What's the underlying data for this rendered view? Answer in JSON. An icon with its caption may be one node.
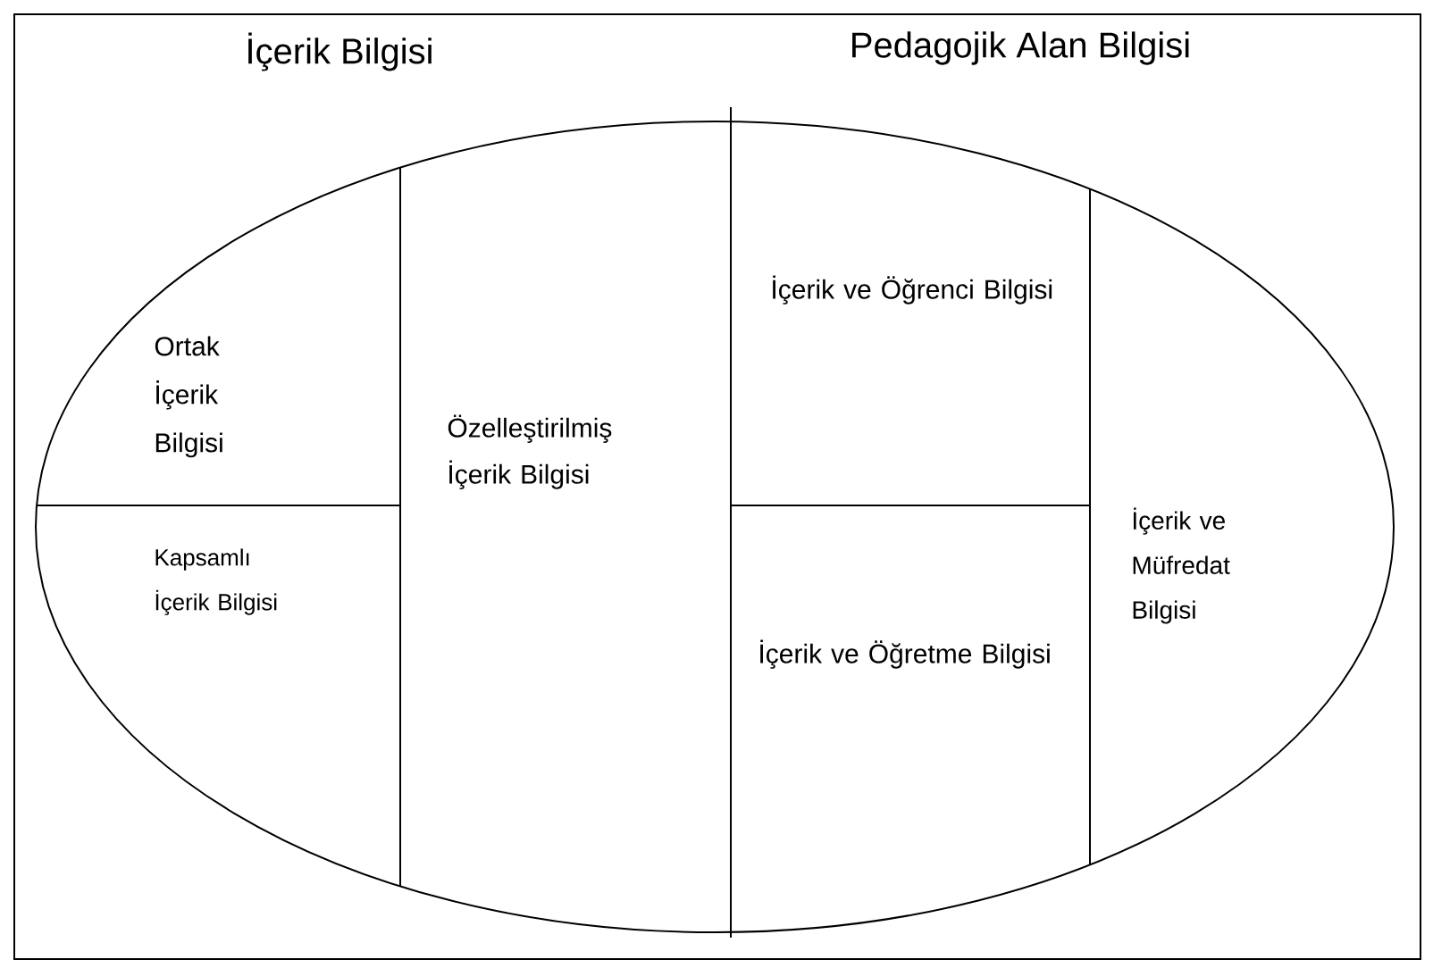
{
  "diagram": {
    "nodes": [
      {
        "text": [
          "Ortak İçerik Bilgisi"
        ]
      },
      {
        "text": [
          "Kapsamlı İçerik Bilgisi"
        ]
      },
      {
        "text": [
          "Özelleştirilmiş İçerik Bilgisi"
        ]
      },
      {
        "text": [
          "İçerik ve Öğrenci Bilgisi"
        ]
      },
      {
        "text": [
          "İçerik ve Öğretme Bilgisi"
        ]
      },
      {
        "text": [
          "İçerik ve Müfredat Bilgisi"
        ]
      }
    ],
    "labels": [
      "İçerik Bilgisi",
      "Pedagojik Alan Bilgisi"
    ]
  }
}
